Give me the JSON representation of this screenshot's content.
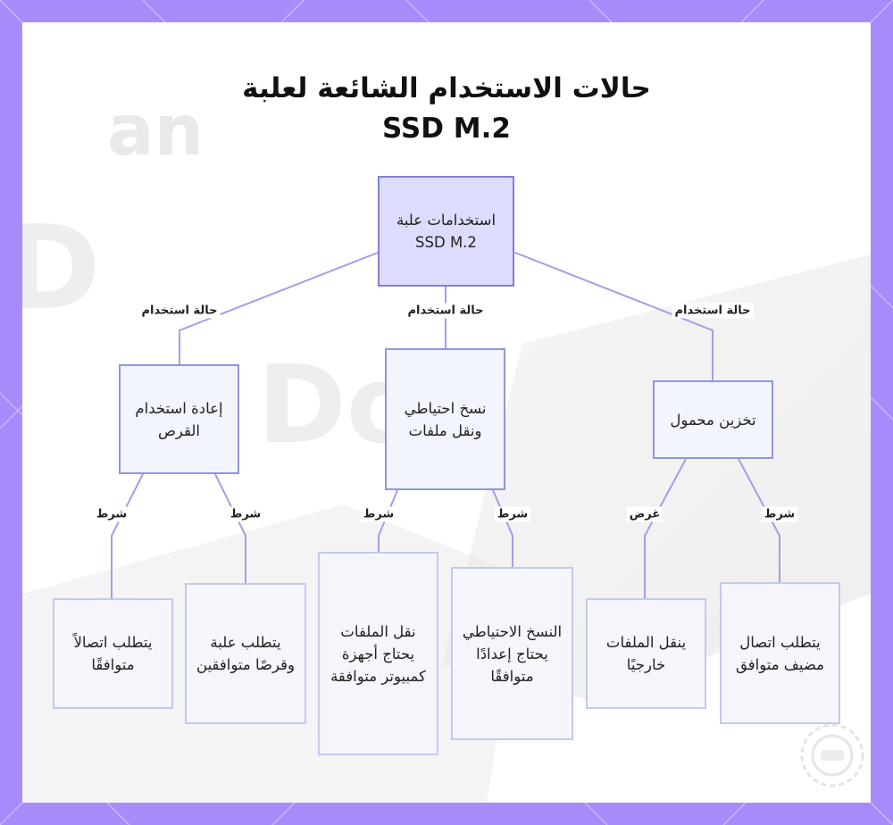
{
  "title": {
    "line1": "حالات الاستخدام الشائعة لعلبة",
    "line2": "SSD M.2"
  },
  "nodes": {
    "root": "استخدامات علبة SSD M.2",
    "reuse": "إعادة استخدام القرص",
    "backup": "نسخ احتياطي ونقل ملفات",
    "portable": "تخزين محمول",
    "reuse_a": "يتطلب اتصالاً متوافقًا",
    "reuse_b": "يتطلب علبة وقرصًا متوافقين",
    "backup_a": "نقل الملفات يحتاج أجهزة كمبيوتر متوافقة",
    "backup_b": "النسخ الاحتياطي يحتاج إعدادًا متوافقًا",
    "portable_a": "ينقل الملفات خارجيًا",
    "portable_b": "يتطلب اتصال مضيف متوافق"
  },
  "edge_labels": {
    "use_case": "حالة استخدام",
    "condition": "شرط",
    "purpose": "غرض"
  },
  "colors": {
    "frame": "#a78bfa",
    "edge": "#a99be6",
    "root_fill": "#dcdcfc",
    "root_border": "#8280d6"
  }
}
